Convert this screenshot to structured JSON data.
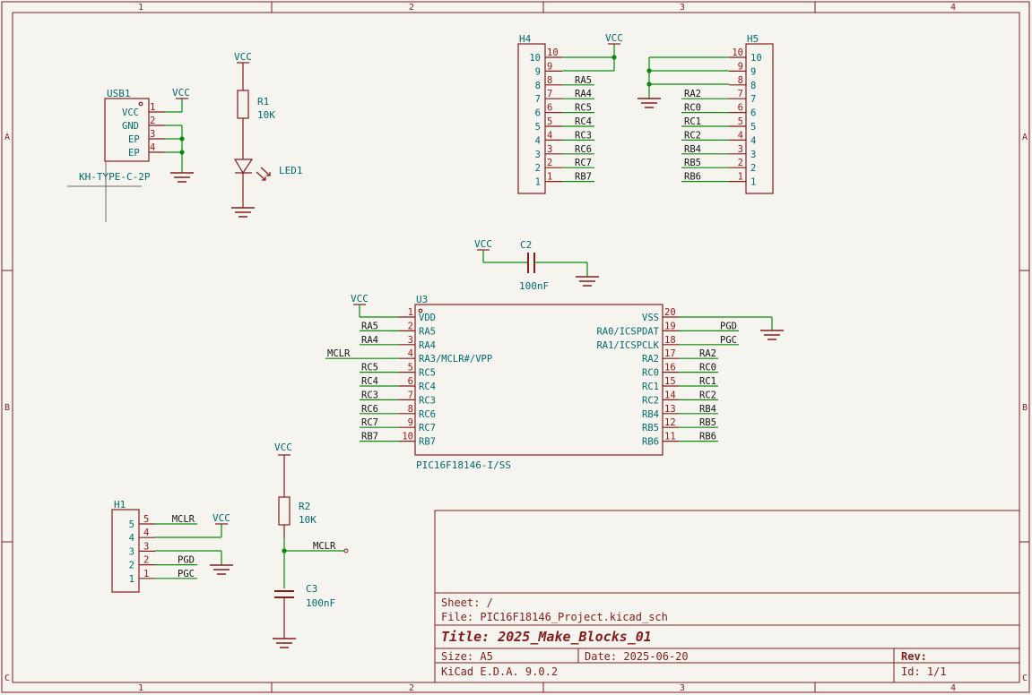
{
  "border": {
    "columns": [
      "1",
      "2",
      "3",
      "4"
    ],
    "rows": [
      "A",
      "B",
      "C"
    ]
  },
  "usb1": {
    "ref": "USB1",
    "value": "KH-TYPE-C-2P",
    "power": "VCC",
    "pins": [
      {
        "num": "1",
        "name": "VCC"
      },
      {
        "num": "2",
        "name": "GND"
      },
      {
        "num": "3",
        "name": "EP"
      },
      {
        "num": "4",
        "name": "EP"
      }
    ]
  },
  "r1": {
    "ref": "R1",
    "value": "10K",
    "power": "VCC"
  },
  "led1": {
    "ref": "LED1"
  },
  "h4": {
    "ref": "H4",
    "power": "VCC",
    "pins": [
      {
        "num": "10",
        "net": ""
      },
      {
        "num": "9",
        "net": ""
      },
      {
        "num": "8",
        "net": "RA5"
      },
      {
        "num": "7",
        "net": "RA4"
      },
      {
        "num": "6",
        "net": "RC5"
      },
      {
        "num": "5",
        "net": "RC4"
      },
      {
        "num": "4",
        "net": "RC3"
      },
      {
        "num": "3",
        "net": "RC6"
      },
      {
        "num": "2",
        "net": "RC7"
      },
      {
        "num": "1",
        "net": "RB7"
      }
    ]
  },
  "h5": {
    "ref": "H5",
    "pins": [
      {
        "num": "10",
        "net": ""
      },
      {
        "num": "9",
        "net": ""
      },
      {
        "num": "8",
        "net": ""
      },
      {
        "num": "7",
        "net": "RA2"
      },
      {
        "num": "6",
        "net": "RC0"
      },
      {
        "num": "5",
        "net": "RC1"
      },
      {
        "num": "4",
        "net": "RC2"
      },
      {
        "num": "3",
        "net": "RB4"
      },
      {
        "num": "2",
        "net": "RB5"
      },
      {
        "num": "1",
        "net": "RB6"
      }
    ]
  },
  "c2": {
    "ref": "C2",
    "value": "100nF",
    "power": "VCC"
  },
  "u3": {
    "ref": "U3",
    "value": "PIC16F18146-I/SS",
    "power": "VCC",
    "left_pins": [
      {
        "num": "1",
        "name": "VDD",
        "net": ""
      },
      {
        "num": "2",
        "name": "RA5",
        "net": "RA5"
      },
      {
        "num": "3",
        "name": "RA4",
        "net": "RA4"
      },
      {
        "num": "4",
        "name": "RA3/MCLR#/VPP",
        "net": "MCLR"
      },
      {
        "num": "5",
        "name": "RC5",
        "net": "RC5"
      },
      {
        "num": "6",
        "name": "RC4",
        "net": "RC4"
      },
      {
        "num": "7",
        "name": "RC3",
        "net": "RC3"
      },
      {
        "num": "8",
        "name": "RC6",
        "net": "RC6"
      },
      {
        "num": "9",
        "name": "RC7",
        "net": "RC7"
      },
      {
        "num": "10",
        "name": "RB7",
        "net": "RB7"
      }
    ],
    "right_pins": [
      {
        "num": "20",
        "name": "VSS",
        "net": ""
      },
      {
        "num": "19",
        "name": "RA0/ICSPDAT",
        "net": "PGD"
      },
      {
        "num": "18",
        "name": "RA1/ICSPCLK",
        "net": "PGC"
      },
      {
        "num": "17",
        "name": "RA2",
        "net": "RA2"
      },
      {
        "num": "16",
        "name": "RC0",
        "net": "RC0"
      },
      {
        "num": "15",
        "name": "RC1",
        "net": "RC1"
      },
      {
        "num": "14",
        "name": "RC2",
        "net": "RC2"
      },
      {
        "num": "13",
        "name": "RB4",
        "net": "RB4"
      },
      {
        "num": "12",
        "name": "RB5",
        "net": "RB5"
      },
      {
        "num": "11",
        "name": "RB6",
        "net": "RB6"
      }
    ]
  },
  "h1": {
    "ref": "H1",
    "power": "VCC",
    "pins": [
      {
        "num": "5",
        "net": "MCLR"
      },
      {
        "num": "4",
        "net": ""
      },
      {
        "num": "3",
        "net": ""
      },
      {
        "num": "2",
        "net": "PGD"
      },
      {
        "num": "1",
        "net": "PGC"
      }
    ]
  },
  "r2": {
    "ref": "R2",
    "value": "10K",
    "power": "VCC",
    "net": "MCLR"
  },
  "c3": {
    "ref": "C3",
    "value": "100nF"
  },
  "title_block": {
    "sheet": "Sheet: /",
    "file": "File: PIC16F18146_Project.kicad_sch",
    "title": "Title: 2025_Make_Blocks_01",
    "size": "Size: A5",
    "date": "Date: 2025-06-20",
    "rev": "Rev:",
    "kicad": "KiCad E.D.A. 9.0.2",
    "id": "Id: 1/1"
  },
  "colors": {
    "border": "#841c1c",
    "wire": "#0a8a0a",
    "symbol_text": "#006b6b",
    "pin_number": "#a01818",
    "background": "#f5f4ef"
  }
}
